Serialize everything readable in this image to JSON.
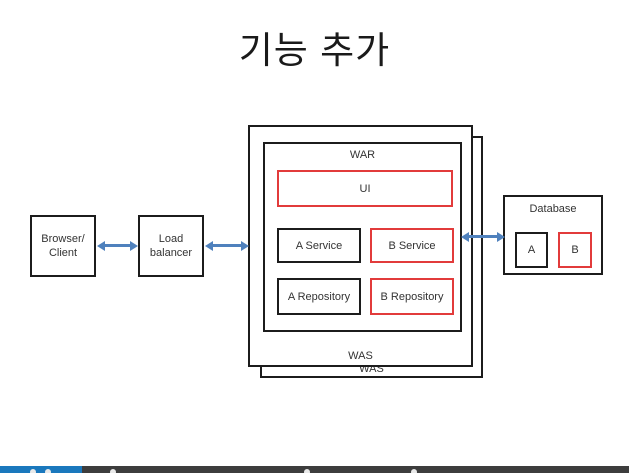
{
  "title": "기능 추가",
  "colors": {
    "box_border": "#1c1c1c",
    "highlight_border": "#e23b3b",
    "arrow": "#4f81bd",
    "text": "#333333",
    "player_bar": "#3d3d3d",
    "player_progress": "#1a78bd"
  },
  "diagram": {
    "browser": {
      "line1": "Browser/",
      "line2": "Client"
    },
    "load_balancer": {
      "line1": "Load",
      "line2": "balancer"
    },
    "was": {
      "label": "WAS",
      "back_label": "WAS"
    },
    "war": {
      "label": "WAR"
    },
    "ui": {
      "label": "UI"
    },
    "a_service": {
      "label": "A Service"
    },
    "b_service": {
      "label": "B Service"
    },
    "a_repository": {
      "label": "A Repository"
    },
    "b_repository": {
      "label": "B Repository"
    },
    "database": {
      "label": "Database",
      "a_label": "A",
      "b_label": "B"
    }
  }
}
